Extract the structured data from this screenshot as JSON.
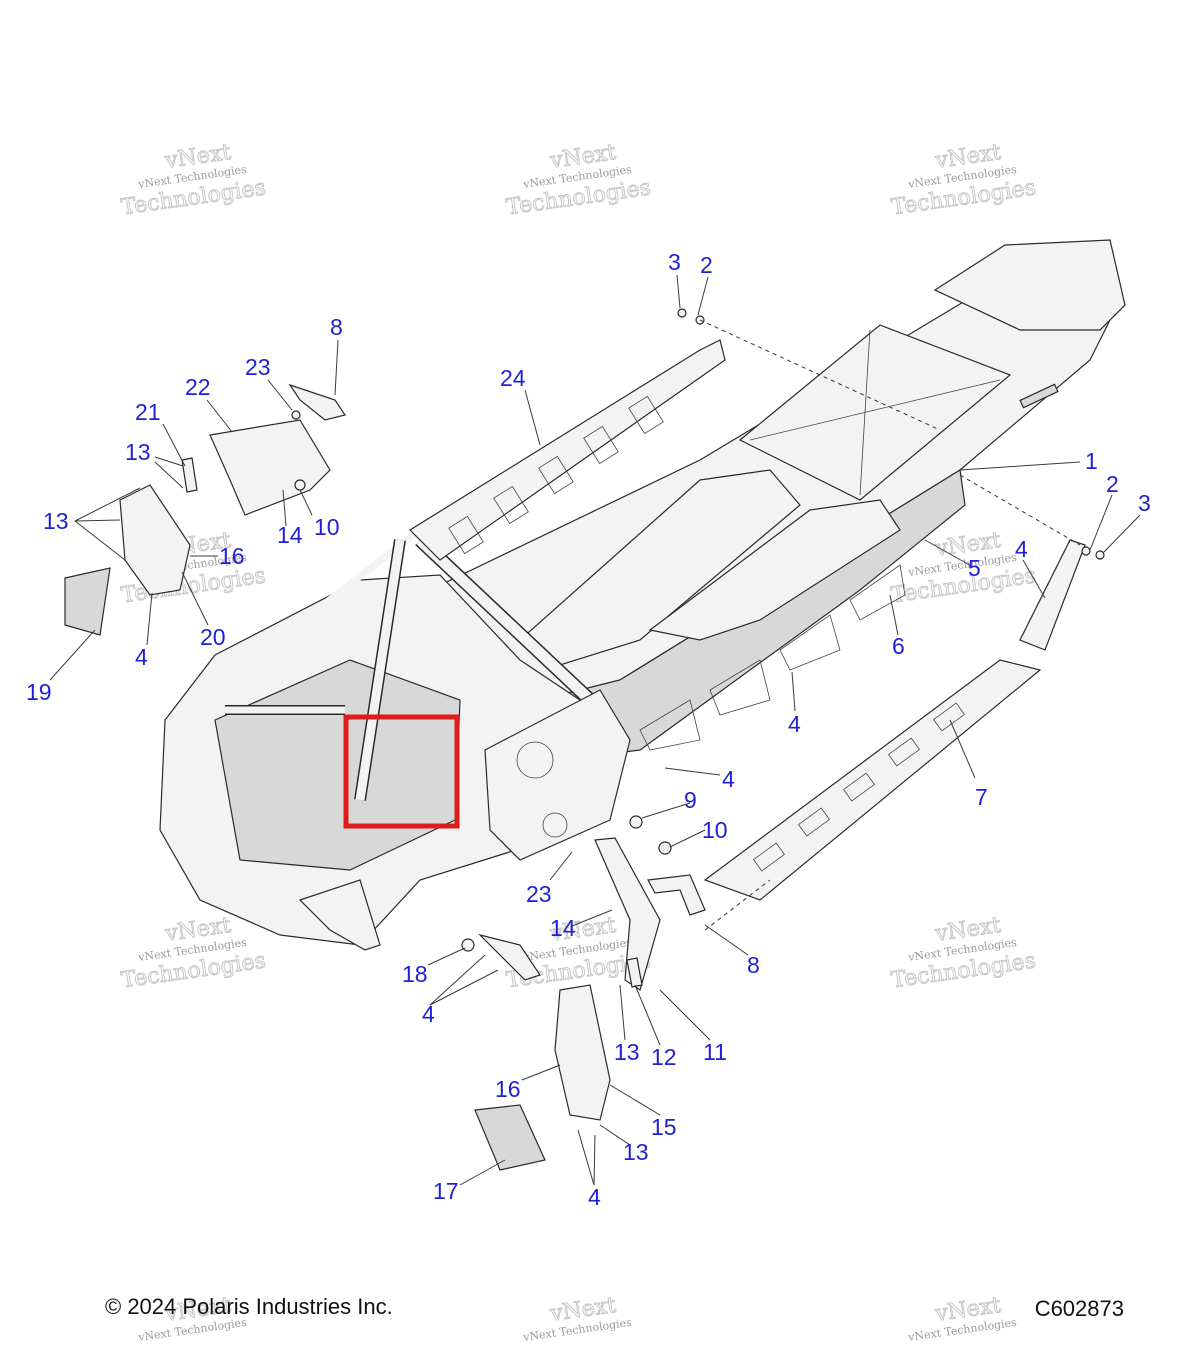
{
  "diagram": {
    "callouts": [
      {
        "label": "3"
      },
      {
        "label": "2"
      },
      {
        "label": "8"
      },
      {
        "label": "23"
      },
      {
        "label": "22"
      },
      {
        "label": "24"
      },
      {
        "label": "21"
      },
      {
        "label": "13"
      },
      {
        "label": "13"
      },
      {
        "label": "14"
      },
      {
        "label": "10"
      },
      {
        "label": "16"
      },
      {
        "label": "20"
      },
      {
        "label": "4"
      },
      {
        "label": "19"
      },
      {
        "label": "1"
      },
      {
        "label": "2"
      },
      {
        "label": "3"
      },
      {
        "label": "4"
      },
      {
        "label": "5"
      },
      {
        "label": "6"
      },
      {
        "label": "4"
      },
      {
        "label": "4"
      },
      {
        "label": "7"
      },
      {
        "label": "9"
      },
      {
        "label": "10"
      },
      {
        "label": "23"
      },
      {
        "label": "14"
      },
      {
        "label": "8"
      },
      {
        "label": "18"
      },
      {
        "label": "4"
      },
      {
        "label": "13"
      },
      {
        "label": "12"
      },
      {
        "label": "11"
      },
      {
        "label": "16"
      },
      {
        "label": "15"
      },
      {
        "label": "13"
      },
      {
        "label": "17"
      },
      {
        "label": "4"
      }
    ],
    "watermark_text": "vNext Technologies",
    "highlight_color": "#e01b1b",
    "callout_color": "#1f1fd6"
  },
  "footer": {
    "copyright": "© 2024 Polaris Industries Inc.",
    "diagram_id": "C602873"
  }
}
